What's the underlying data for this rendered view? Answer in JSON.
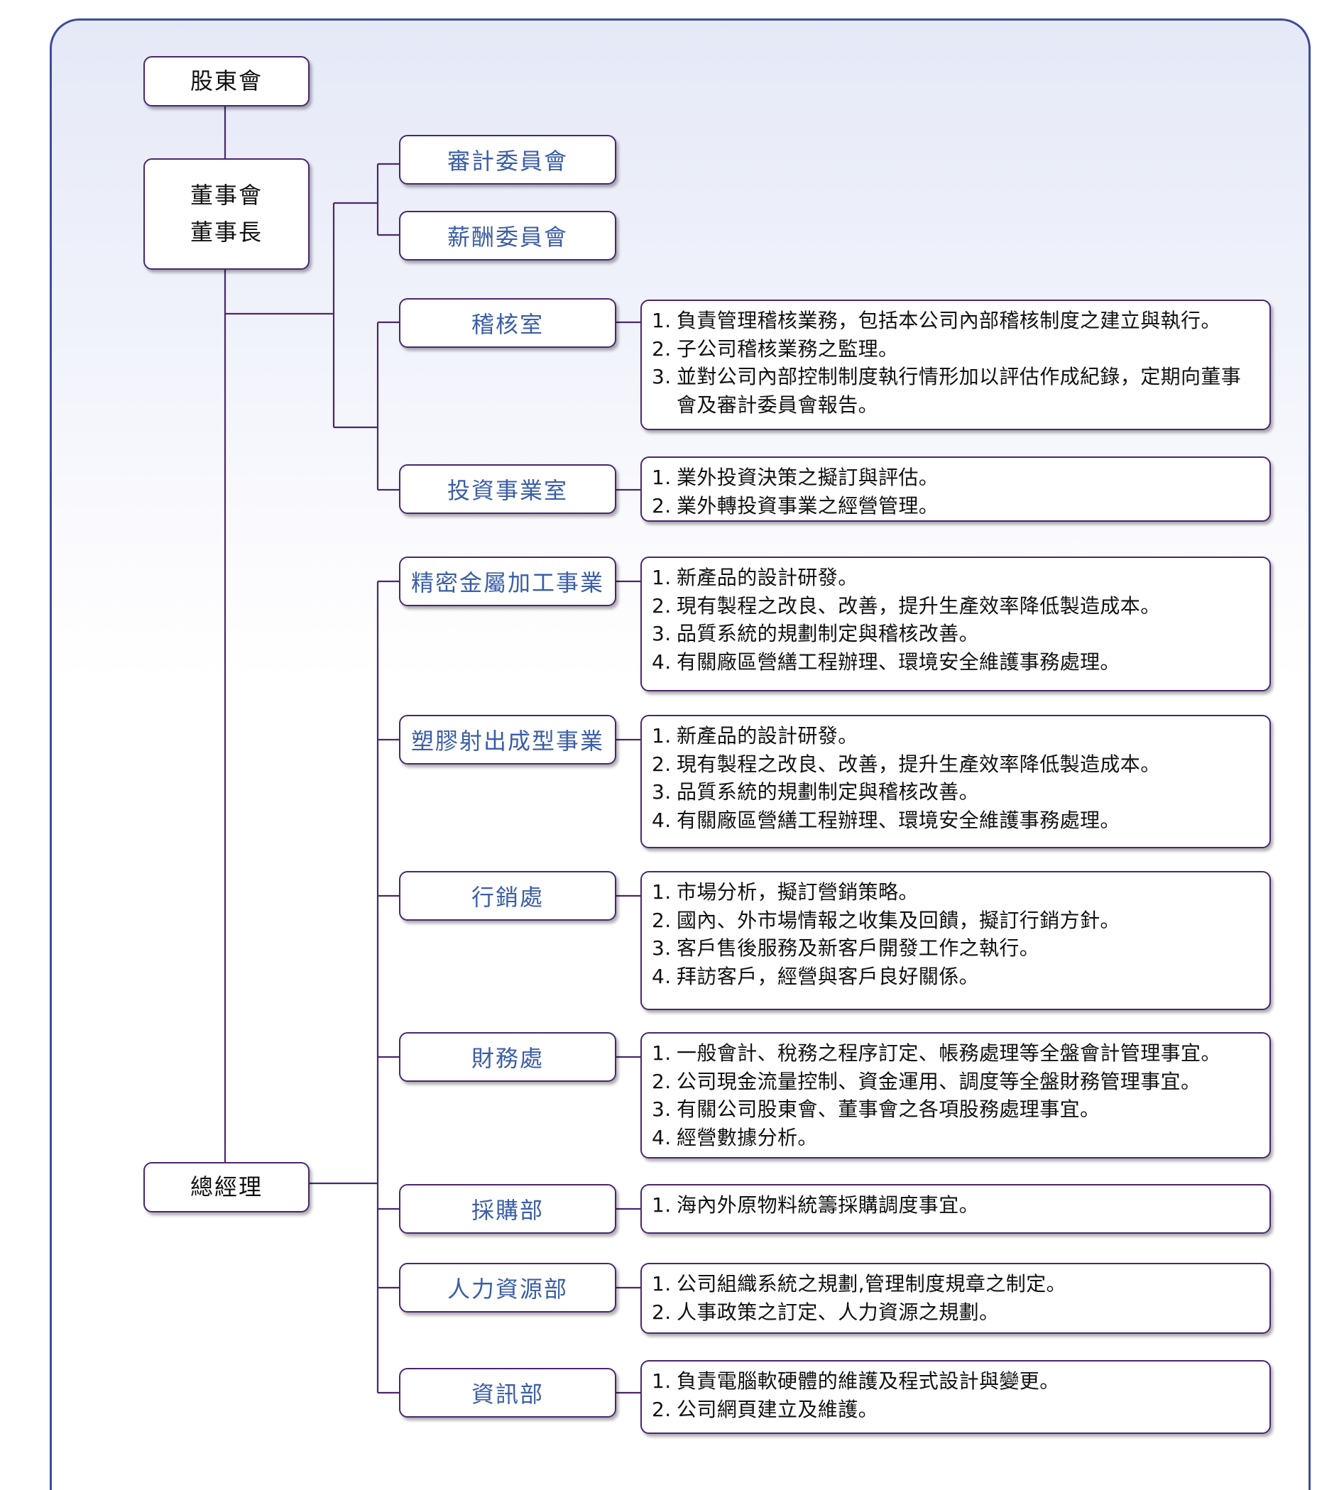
{
  "governance": {
    "shareholders": "股東會",
    "board": "董事會",
    "chairman": "董事長",
    "gm": "總經理"
  },
  "committees": [
    "審計委員會",
    "薪酬委員會"
  ],
  "units": [
    {
      "name": "稽核室",
      "duties": [
        "負責管理稽核業務，包括本公司內部稽核制度之建立與執行。",
        "子公司稽核業務之監理。",
        "並對公司內部控制制度執行情形加以評估作成紀錄，定期向董事會及審計委員會報告。"
      ]
    },
    {
      "name": "投資事業室",
      "duties": [
        "業外投資決策之擬訂與評估。",
        "業外轉投資事業之經營管理。"
      ]
    },
    {
      "name": "精密金屬加工事業",
      "duties": [
        "新產品的設計研發。",
        "現有製程之改良、改善，提升生產效率降低製造成本。",
        "品質系統的規劃制定與稽核改善。",
        "有關廠區營繕工程辦理、環境安全維護事務處理。"
      ]
    },
    {
      "name": "塑膠射出成型事業",
      "duties": [
        "新產品的設計研發。",
        "現有製程之改良、改善，提升生產效率降低製造成本。",
        "品質系統的規劃制定與稽核改善。",
        "有關廠區營繕工程辦理、環境安全維護事務處理。"
      ]
    },
    {
      "name": "行銷處",
      "duties": [
        "市場分析，擬訂營銷策略。",
        "國內、外市場情報之收集及回饋，擬訂行銷方針。",
        "客戶售後服務及新客戶開發工作之執行。",
        "拜訪客戶，經營與客戶良好關係。"
      ]
    },
    {
      "name": "財務處",
      "duties": [
        "一般會計、稅務之程序訂定、帳務處理等全盤會計管理事宜。",
        "公司現金流量控制、資金運用、調度等全盤財務管理事宜。",
        "有關公司股東會、董事會之各項股務處理事宜。",
        "經營數據分析。"
      ]
    },
    {
      "name": "採購部",
      "duties": [
        "海內外原物料統籌採購調度事宜。"
      ]
    },
    {
      "name": "人力資源部",
      "duties": [
        "公司組織系統之規劃,管理制度規章之制定。",
        "人事政策之訂定、人力資源之規劃。"
      ]
    },
    {
      "name": "資訊部",
      "duties": [
        "負責電腦軟硬體的維護及程式設計與變更。",
        "公司網頁建立及維護。"
      ]
    }
  ],
  "colors": {
    "frame": "#3d4d9c",
    "connector": "#4a2670",
    "dept_text": "#3b5ea8"
  }
}
